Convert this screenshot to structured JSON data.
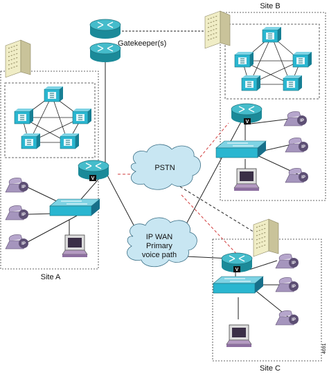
{
  "labels": {
    "gatekeeper": "Gatekeeper(s)",
    "site_a": "Site A",
    "site_b": "Site B",
    "site_c": "Site C",
    "pstn": "PSTN",
    "wan_line1": "IP WAN",
    "wan_line2": "Primary",
    "wan_line3": "voice path",
    "voice_badge": "V",
    "ip_badge": "IP",
    "figure_id": "4691"
  },
  "colors": {
    "router_fill": "#2aa7b8",
    "switch_fill": "#2ab6d0",
    "cloud_fill": "#c8e6f2",
    "phone_fill": "#8d7aa6",
    "pstn_link": "#d23b3b",
    "line": "#222222"
  },
  "icons": [
    "router-icon",
    "switch-icon",
    "ip-phone-icon",
    "pc-icon",
    "building-icon",
    "call-manager-icon",
    "cloud-icon"
  ]
}
